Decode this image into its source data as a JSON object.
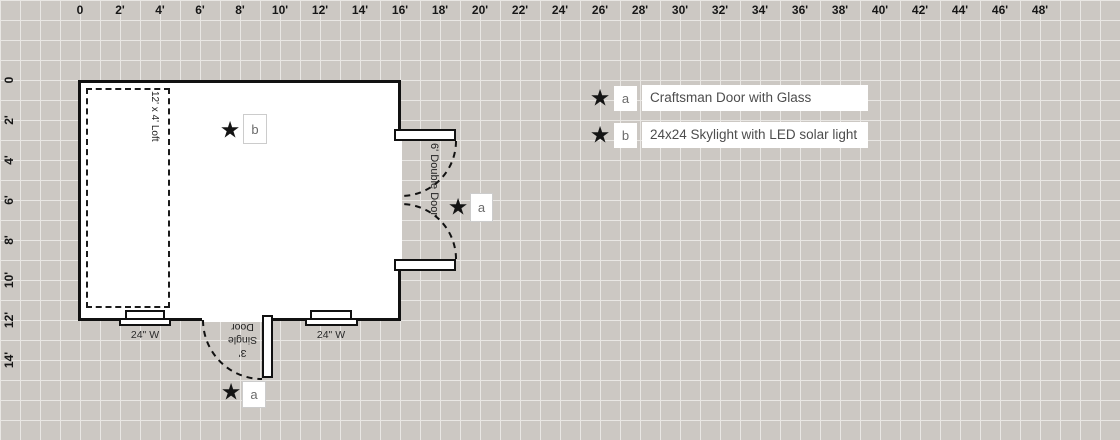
{
  "rulers": {
    "top": [
      "0",
      "2'",
      "4'",
      "6'",
      "8'",
      "10'",
      "12'",
      "14'",
      "16'",
      "18'",
      "20'",
      "22'",
      "24'",
      "26'",
      "28'",
      "30'",
      "32'",
      "34'",
      "36'",
      "38'",
      "40'",
      "42'",
      "44'",
      "46'",
      "48'"
    ],
    "left": [
      "0",
      "2'",
      "4'",
      "6'",
      "8'",
      "10'",
      "12'",
      "14'"
    ]
  },
  "icons": {
    "star": "★"
  },
  "plan": {
    "loft_label": "12' x 4' Loft",
    "double_door_label": "6' Double Door",
    "single_door_label": "3' Single Door",
    "windows": [
      {
        "label": "24\" W"
      },
      {
        "label": "24\" W"
      }
    ],
    "markers": {
      "skylight": {
        "letter": "b"
      },
      "door_right": {
        "letter": "a"
      },
      "door_bottom": {
        "letter": "a"
      }
    }
  },
  "legend": {
    "rows": [
      {
        "letter": "a",
        "description": "Craftsman Door with Glass"
      },
      {
        "letter": "b",
        "description": "24x24 Skylight with LED solar light"
      }
    ]
  }
}
